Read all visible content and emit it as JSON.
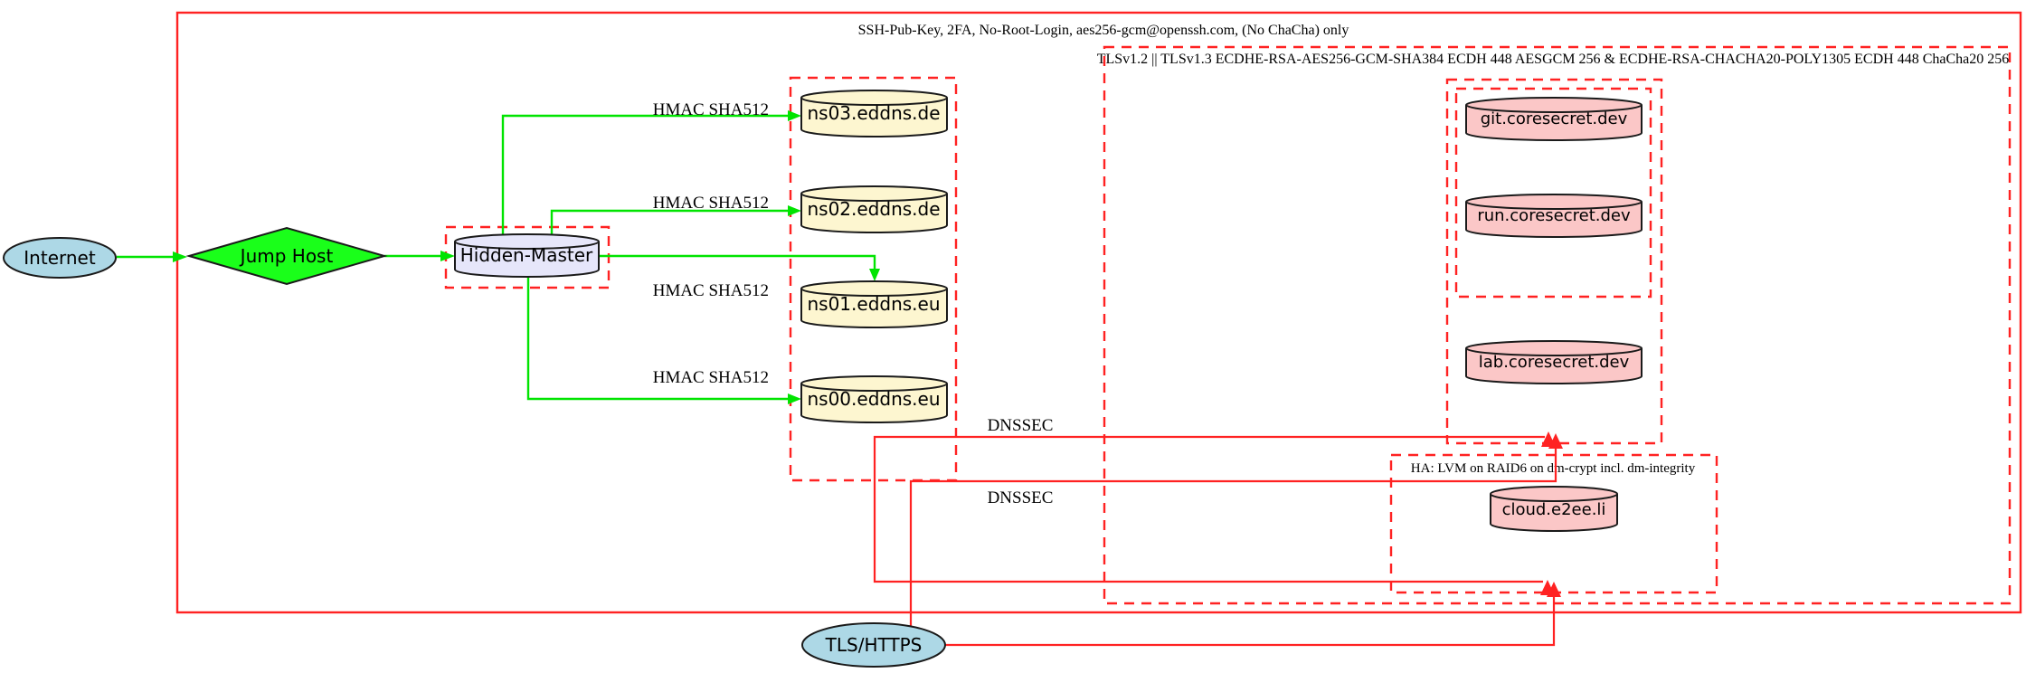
{
  "diagram": {
    "title_labels": {
      "outer_security": "SSH-Pub-Key, 2FA, No-Root-Login, aes256-gcm@openssh.com, (No ChaCha) only",
      "tls_cluster": "TLSv1.2 || TLSv1.3 ECDHE-RSA-AES256-GCM-SHA384 ECDH 448 AESGCM 256 & ECDHE-RSA-CHACHA20-POLY1305 ECDH 448 ChaCha20 256",
      "ha_cluster": "HA: LVM on RAID6 on dm-crypt incl. dm-integrity"
    },
    "nodes": {
      "internet": {
        "label": "Internet",
        "shape": "ellipse"
      },
      "jump_host": {
        "label": "Jump Host",
        "shape": "diamond"
      },
      "hidden_master": {
        "label": "Hidden-Master",
        "shape": "cylinder"
      },
      "ns03": {
        "label": "ns03.eddns.de",
        "shape": "cylinder"
      },
      "ns02": {
        "label": "ns02.eddns.de",
        "shape": "cylinder"
      },
      "ns01": {
        "label": "ns01.eddns.eu",
        "shape": "cylinder"
      },
      "ns00": {
        "label": "ns00.eddns.eu",
        "shape": "cylinder"
      },
      "git": {
        "label": "git.coresecret.dev",
        "shape": "cylinder"
      },
      "run": {
        "label": "run.coresecret.dev",
        "shape": "cylinder"
      },
      "lab": {
        "label": "lab.coresecret.dev",
        "shape": "cylinder"
      },
      "cloud": {
        "label": "cloud.e2ee.li",
        "shape": "cylinder"
      },
      "tls_https": {
        "label": "TLS/HTTPS",
        "shape": "ellipse"
      }
    },
    "edge_labels": {
      "hmac": "HMAC SHA512",
      "dnssec": "DNSSEC"
    },
    "colors": {
      "border_red": "#ff2222",
      "edge_green": "#00e400",
      "node_blue": "#add8e6",
      "node_green": "#1aff1a",
      "node_yellow": "#fdf6d0",
      "node_lavender": "#e6e6fa",
      "node_pink": "#fbc7c7"
    }
  }
}
